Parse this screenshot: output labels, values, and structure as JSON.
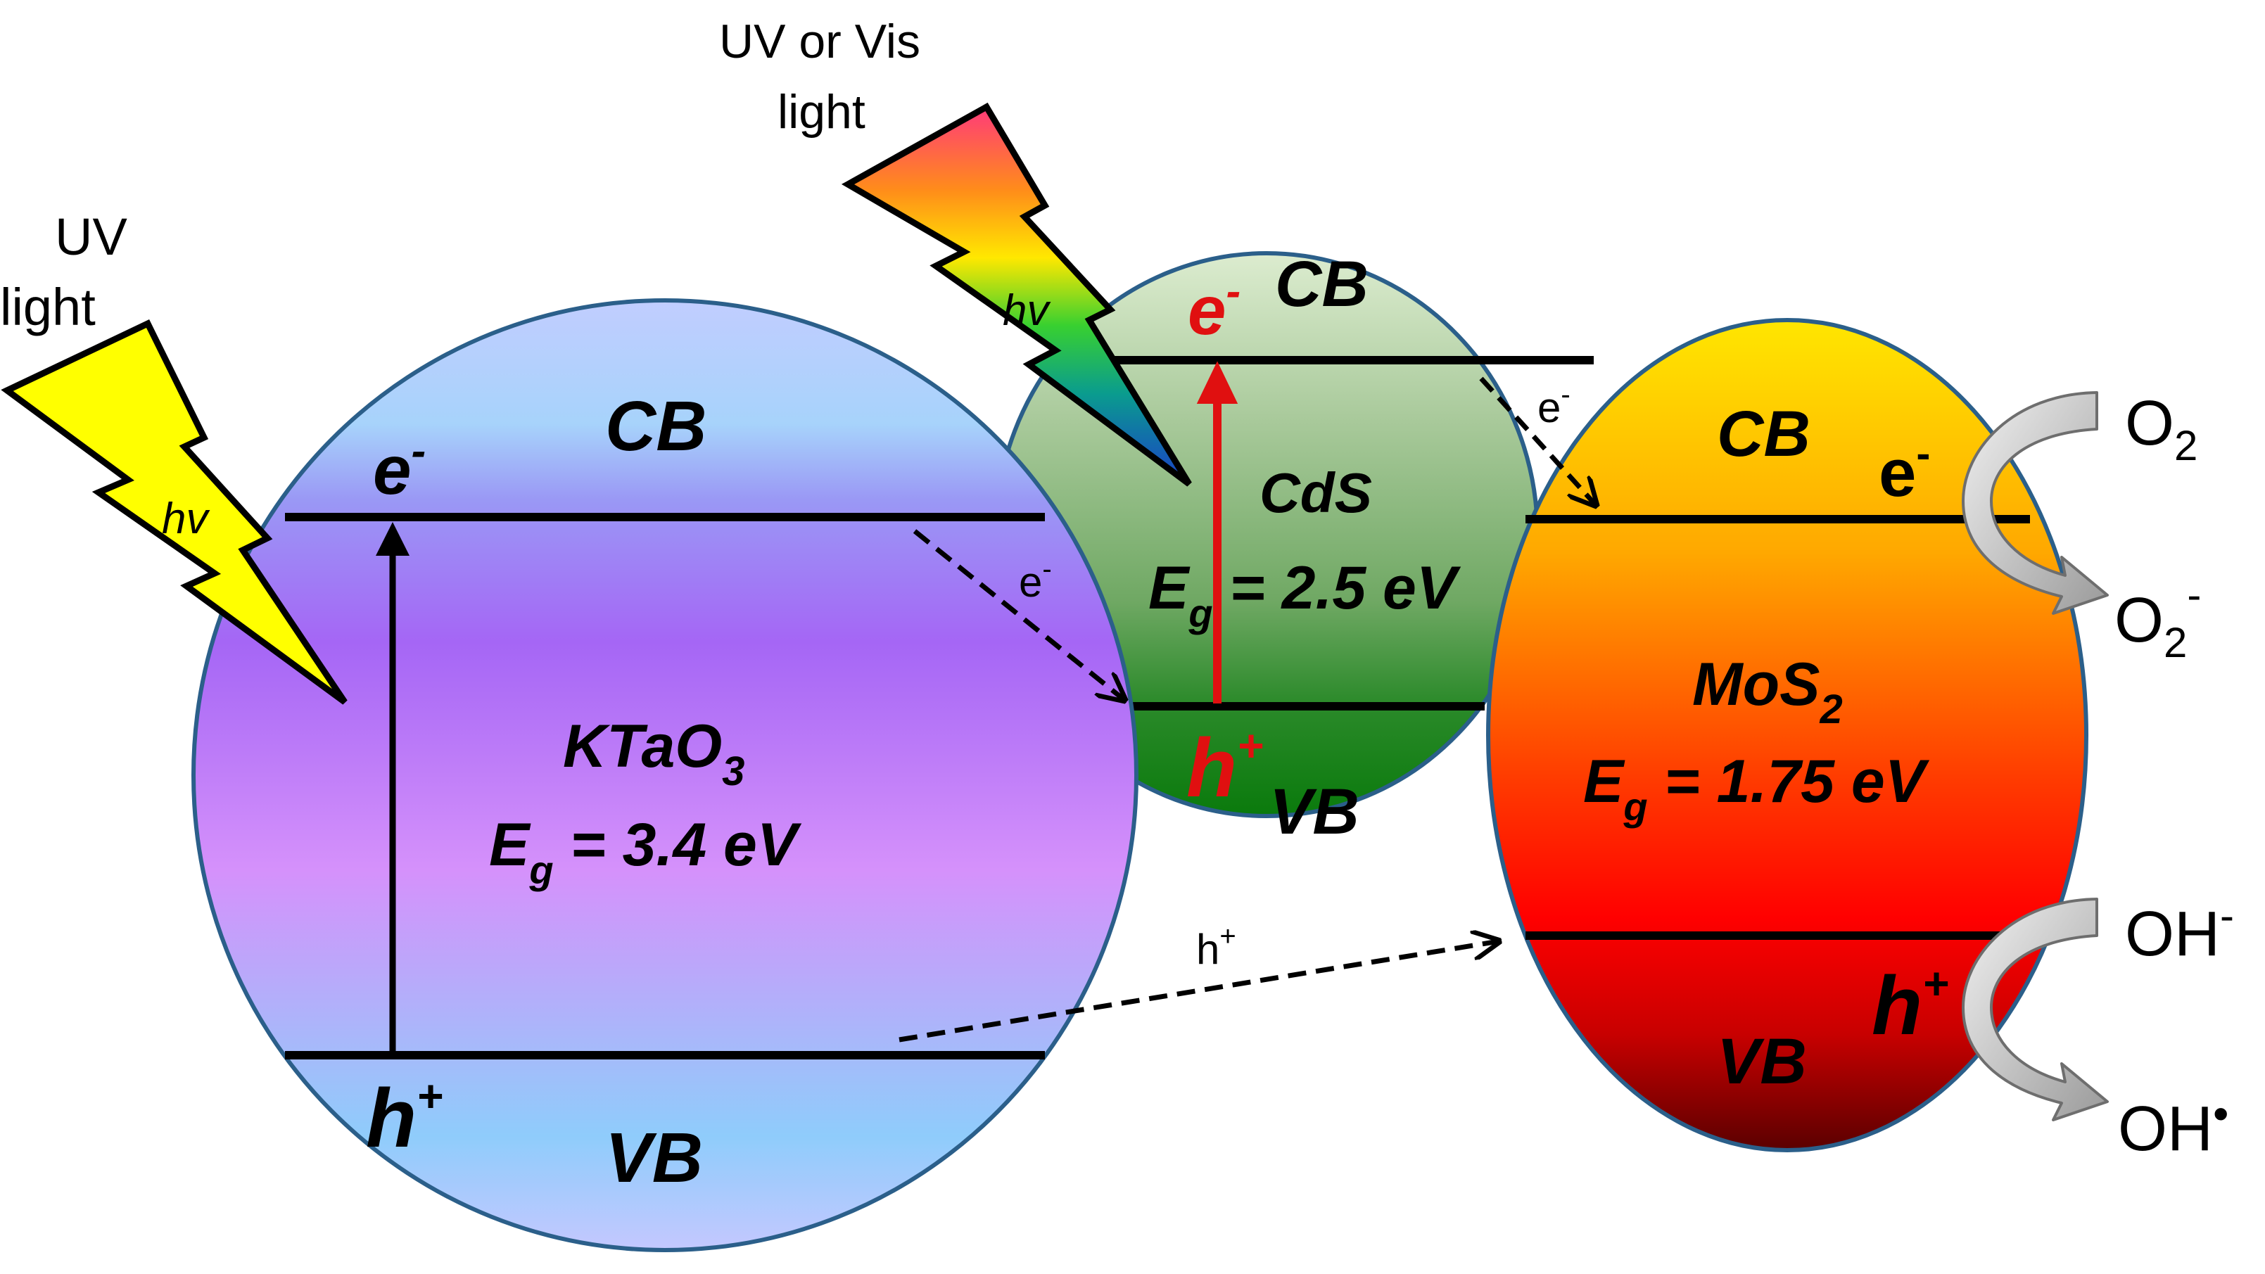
{
  "light_sources": {
    "uv": {
      "line1": "UV",
      "line2": "light",
      "hv": "hv",
      "bolt_color": "#ffff00"
    },
    "uv_vis": {
      "line1": "UV or Vis",
      "line2": "light",
      "hv": "hv"
    }
  },
  "semiconductors": {
    "ktao3": {
      "name": "KTaO",
      "name_sub": "3",
      "eg_prefix": "E",
      "eg_sub": "g",
      "eg_value": " = 3.4 eV",
      "cb": "CB",
      "vb": "VB",
      "electron": "e",
      "electron_sup": "-",
      "hole": "h",
      "hole_sup": "+",
      "colors": {
        "top": "#b4c6ff",
        "mid": "#a666f5",
        "bottom": "#b9c8ff"
      }
    },
    "cds": {
      "name": "CdS",
      "eg_prefix": "E",
      "eg_sub": "g",
      "eg_value": " = 2.5 eV",
      "cb": "CB",
      "vb": "VB",
      "electron": "e",
      "electron_sup": "-",
      "hole": "h",
      "hole_sup": "+",
      "carrier_color": "#e01010",
      "colors": {
        "top": "#d8e8d0",
        "mid": "#8fb882",
        "bottom": "#0e7a10"
      }
    },
    "mos2": {
      "name": "MoS",
      "name_sub": "2",
      "eg_prefix": "E",
      "eg_sub": "g",
      "eg_value": " = 1.75 eV",
      "cb": "CB",
      "vb": "VB",
      "electron": "e",
      "electron_sup": "-",
      "hole": "h",
      "hole_sup": "+",
      "colors": {
        "top": "#ffe000",
        "mid": "#ff2a00",
        "bottom": "#6a0000"
      }
    }
  },
  "transfers": {
    "ktao3_to_cds": {
      "label": "e",
      "sup": "-"
    },
    "cds_to_mos2": {
      "label": "e",
      "sup": "-"
    },
    "ktao3_to_mos2": {
      "label": "h",
      "sup": "+"
    }
  },
  "reactions": {
    "oxygen": {
      "reactant": "O",
      "reactant_sub": "2",
      "product": "O",
      "product_sub": "2",
      "product_sup": "-"
    },
    "hydroxyl": {
      "reactant": "OH",
      "reactant_sup": "-",
      "product": "OH",
      "product_sup": "•"
    }
  }
}
